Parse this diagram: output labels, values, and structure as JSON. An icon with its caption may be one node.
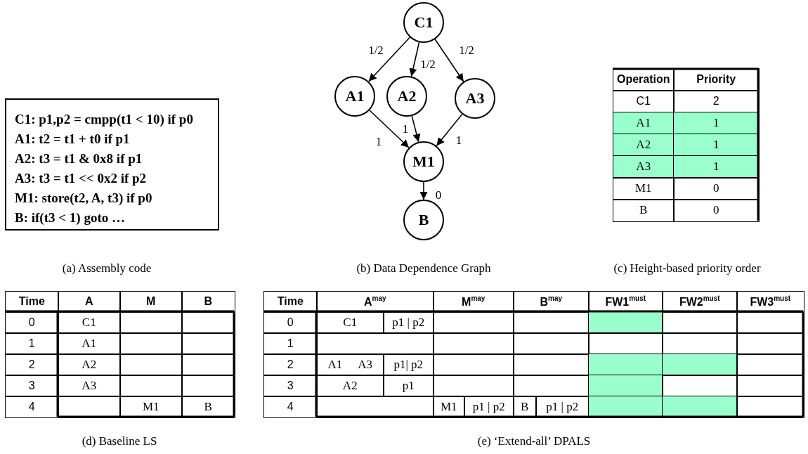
{
  "diagram": {
    "nodes": [
      {
        "text": [
          "C1: p1,p2 = cmpp(t1 < 10) if p0",
          "A1: t2 = t1 + t0 if p1",
          "A2: t3 = t1 & 0x8 if p1",
          "A3: t3 = t1 << 0x2 if p2",
          "M1: store(t2, A, t3) if p0",
          "B: if(t3 < 1) goto …"
        ]
      },
      {
        "text": [
          "C1"
        ]
      },
      {
        "text": [
          "A1"
        ]
      },
      {
        "text": [
          "A2"
        ]
      },
      {
        "text": [
          "A3"
        ]
      },
      {
        "text": [
          "M1"
        ]
      },
      {
        "text": [
          "B"
        ]
      }
    ],
    "edges": [
      {
        "from": 1,
        "to": 2,
        "arrow": "to",
        "label": "1/2"
      },
      {
        "from": 1,
        "to": 3,
        "arrow": "to",
        "label": "1/2"
      },
      {
        "from": 1,
        "to": 4,
        "arrow": "to",
        "label": "1/2"
      },
      {
        "from": 2,
        "to": 5,
        "arrow": "to",
        "label": "1"
      },
      {
        "from": 3,
        "to": 5,
        "arrow": "to",
        "label": "1"
      },
      {
        "from": 4,
        "to": 5,
        "arrow": "to",
        "label": "1"
      },
      {
        "from": 5,
        "to": 6,
        "arrow": "to",
        "label": "0"
      }
    ],
    "labels": [
      "Operation",
      "Priority",
      "C1",
      "2",
      "A1",
      "1",
      "A2",
      "1",
      "A3",
      "1",
      "M1",
      "0",
      "B",
      "0",
      "(a) Assembly code",
      "(b) Data Dependence Graph",
      "(c) Height-based priority order",
      "Time",
      "A",
      "M",
      "B",
      "0",
      "C1",
      "1",
      "A1",
      "2",
      "A2",
      "3",
      "A3",
      "4",
      "M1",
      "B",
      "Time",
      "A$^{may}$",
      "M$^{may}$",
      "B$^{may}$",
      "FW1$^{must}$",
      "FW2$^{must}$",
      "FW3$^{must}$",
      "0",
      "C1",
      "p1 | p2",
      "1",
      "2",
      "A1",
      "A3",
      "p1| p2",
      "3",
      "A2",
      "p1",
      "4",
      "M1",
      "p1 | p2",
      "B",
      "p1 | p2",
      "(d) Baseline LS",
      "(e) ‘Extend-all’ DPALS"
    ]
  }
}
